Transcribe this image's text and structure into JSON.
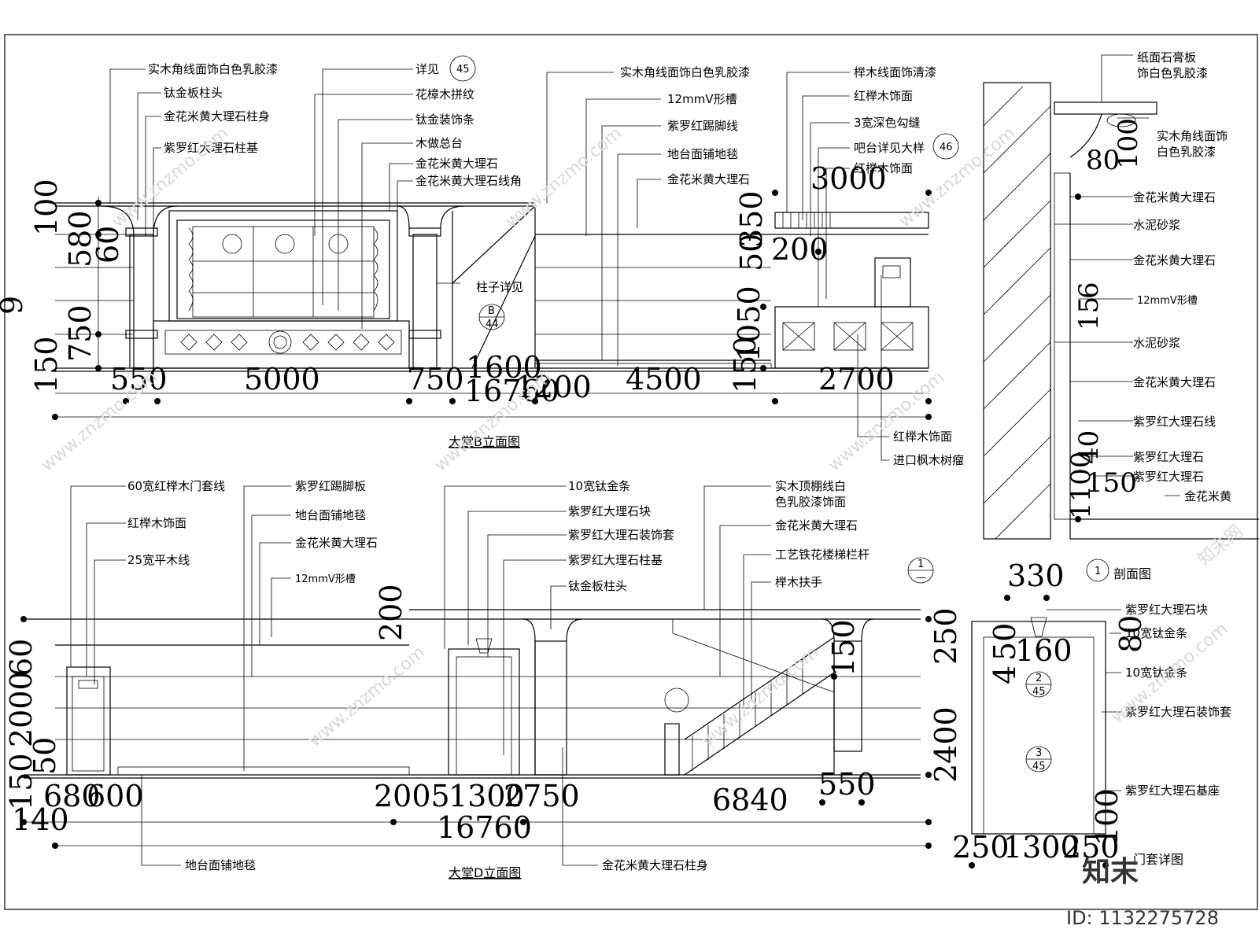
{
  "drawing_b": {
    "title": "大堂B立面图",
    "labels": [
      "实木角线面饰白色乳胶漆",
      "钛金板柱头",
      "金花米黄大理石柱身",
      "紫罗红大理石柱基",
      "详见",
      "花樟木拼纹",
      "钛金装饰条",
      "木做总台",
      "金花米黄大理石",
      "金花米黄大理石线角",
      "柱子详见",
      "实木角线面饰白色乳胶漆",
      "12mmV形槽",
      "紫罗红踢脚线",
      "地台面铺地毯",
      "金花米黄大理石",
      "榉木线面饰清漆",
      "红榉木饰面",
      "3宽深色勾缝",
      "吧台详见大样",
      "红榉木饰面",
      "红榉木饰面",
      "进口枫木树瘤"
    ],
    "bubbles": [
      "45",
      "B",
      "44",
      "46"
    ],
    "dims": [
      "150",
      "750",
      "60",
      "580",
      "100",
      "9",
      "550",
      "5000",
      "750",
      "1600",
      "1200",
      "4500",
      "2700",
      "16760",
      "3000",
      "350",
      "50",
      "200",
      "1050",
      "150"
    ]
  },
  "drawing_d": {
    "title": "大堂D立面图",
    "labels": [
      "60宽红榉木门套线",
      "红榉木饰面",
      "25宽平木线",
      "紫罗红踢脚板",
      "地台面铺地毯",
      "金花米黄大理石",
      "12mmV形槽",
      "10宽钛金条",
      "紫罗红大理石块",
      "紫罗红大理石装饰套",
      "紫罗红大理石柱基",
      "钛金板柱头",
      "实木顶棚线白",
      "色乳胶漆饰面",
      "金花米黄大理石",
      "工艺铁花楼梯栏杆",
      "榉木扶手",
      "地台面铺地毯",
      "金花米黄大理石柱身"
    ],
    "bubbles": [
      "1",
      "—"
    ],
    "dims": [
      "200",
      "250",
      "150",
      "2400",
      "550",
      "6840",
      "16760",
      "2005",
      "1300",
      "2750",
      "140",
      "150",
      "680",
      "600",
      "2000",
      "60",
      "50"
    ]
  },
  "section": {
    "title": "剖面图",
    "bubble": "1",
    "labels": [
      "纸面石膏板",
      "饰白色乳胶漆",
      "实木角线面饰",
      "白色乳胶漆",
      "金花米黄大理石",
      "水泥砂浆",
      "金花米黄大理石",
      "12mmV形槽",
      "水泥砂浆",
      "金花米黄大理石",
      "紫罗红大理石线",
      "紫罗红大理石",
      "紫罗红大理石",
      "金花米黄"
    ],
    "dims": [
      "80",
      "100",
      "6",
      "15",
      "1100",
      "40",
      "150"
    ]
  },
  "door_detail": {
    "title": "门套详图",
    "labels": [
      "紫罗红大理石块",
      "10宽钛金条",
      "10宽钛金条",
      "紫罗红大理石装饰套",
      "紫罗红大理石基座"
    ],
    "bubbles": [
      "2",
      "45",
      "3",
      "45"
    ],
    "dims": [
      "330",
      "160",
      "80",
      "4",
      "50",
      "250",
      "1300",
      "250",
      "100"
    ]
  },
  "watermark": {
    "site": "www.znzmo.com",
    "brand": "知末网",
    "logo": "知末",
    "id": "ID: 1132275728"
  }
}
